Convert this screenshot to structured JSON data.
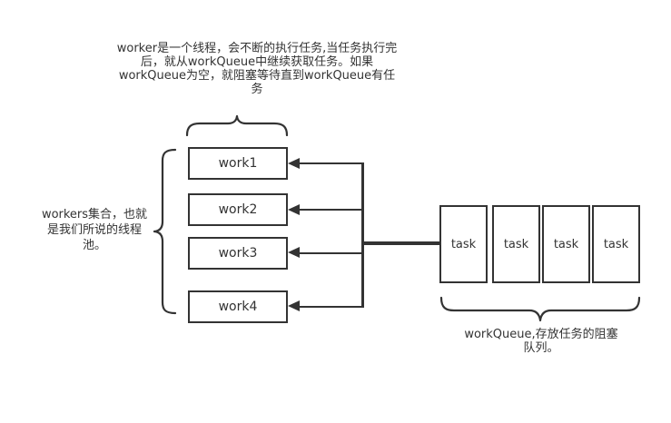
{
  "colors": {
    "stroke": "#333333",
    "text": "#333333",
    "box_fill": "#ffffff",
    "background": "#ffffff"
  },
  "annotations": {
    "worker_note": {
      "lines": [
        "worker是一个线程，会不断的执行任务,当任务执行完",
        "后，就从workQueue中继续获取任务。如果",
        "workQueue为空，就阻塞等待直到workQueue有任",
        "务"
      ]
    },
    "workers_note": {
      "lines": [
        "workers集合，也就",
        "是我们所说的线程",
        "池。"
      ]
    },
    "workqueue_note": {
      "lines": [
        "workQueue,存放任务的阻塞",
        "队列。"
      ]
    }
  },
  "workers": [
    {
      "label": "work1"
    },
    {
      "label": "work2"
    },
    {
      "label": "work3"
    },
    {
      "label": "work4"
    }
  ],
  "tasks": [
    {
      "label": "task"
    },
    {
      "label": "task"
    },
    {
      "label": "task"
    },
    {
      "label": "task"
    }
  ]
}
